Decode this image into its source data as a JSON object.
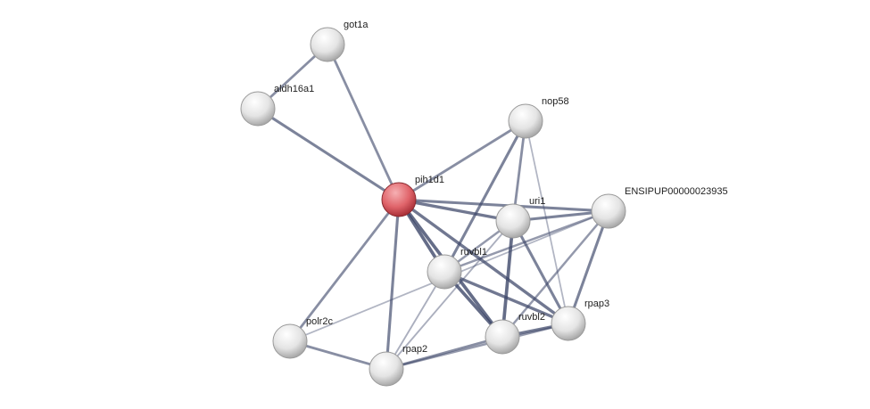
{
  "nodes": [
    {
      "id": "got1a",
      "label": "got1a",
      "color": "#e8e8e8"
    },
    {
      "id": "aldh16a1",
      "label": "aldh16a1",
      "color": "#e8e8e8"
    },
    {
      "id": "nop58",
      "label": "nop58",
      "color": "#e8e8e8"
    },
    {
      "id": "pih1d1",
      "label": "pih1d1",
      "color": "#e0646a"
    },
    {
      "id": "uri1",
      "label": "uri1",
      "color": "#e8e8e8"
    },
    {
      "id": "ensi",
      "label": "ENSIPUP00000023935",
      "color": "#e8e8e8"
    },
    {
      "id": "ruvbl1",
      "label": "ruvbl1",
      "color": "#e8e8e8"
    },
    {
      "id": "rpap3",
      "label": "rpap3",
      "color": "#e8e8e8"
    },
    {
      "id": "ruvbl2",
      "label": "ruvbl2",
      "color": "#e8e8e8"
    },
    {
      "id": "polr2c",
      "label": "polr2c",
      "color": "#e8e8e8"
    },
    {
      "id": "rpap2",
      "label": "rpap2",
      "color": "#e8e8e8"
    }
  ],
  "edges": [
    [
      "got1a",
      "aldh16a1",
      0.6
    ],
    [
      "got1a",
      "pih1d1",
      0.6
    ],
    [
      "aldh16a1",
      "pih1d1",
      0.7
    ],
    [
      "pih1d1",
      "nop58",
      0.6
    ],
    [
      "pih1d1",
      "uri1",
      0.8
    ],
    [
      "pih1d1",
      "ensi",
      0.7
    ],
    [
      "pih1d1",
      "ruvbl1",
      0.9
    ],
    [
      "pih1d1",
      "ruvbl2",
      0.9
    ],
    [
      "pih1d1",
      "rpap3",
      0.8
    ],
    [
      "pih1d1",
      "polr2c",
      0.6
    ],
    [
      "pih1d1",
      "rpap2",
      0.7
    ],
    [
      "nop58",
      "ruvbl1",
      0.7
    ],
    [
      "nop58",
      "uri1",
      0.6
    ],
    [
      "nop58",
      "rpap3",
      0.25
    ],
    [
      "uri1",
      "ensi",
      0.7
    ],
    [
      "uri1",
      "ruvbl1",
      0.5
    ],
    [
      "uri1",
      "ruvbl2",
      0.9
    ],
    [
      "uri1",
      "rpap3",
      0.7
    ],
    [
      "uri1",
      "rpap2",
      0.3
    ],
    [
      "ruvbl1",
      "ruvbl2",
      0.9
    ],
    [
      "ruvbl1",
      "rpap3",
      0.8
    ],
    [
      "ruvbl1",
      "ensi",
      0.5
    ],
    [
      "ruvbl1",
      "rpap2",
      0.3
    ],
    [
      "ensi",
      "rpap3",
      0.7
    ],
    [
      "ensi",
      "ruvbl2",
      0.5
    ],
    [
      "ruvbl2",
      "rpap3",
      0.8
    ],
    [
      "rpap2",
      "ruvbl2",
      0.6
    ],
    [
      "rpap2",
      "rpap3",
      0.5
    ],
    [
      "polr2c",
      "rpap2",
      0.6
    ],
    [
      "polr2c",
      "ensi",
      0.25
    ]
  ]
}
